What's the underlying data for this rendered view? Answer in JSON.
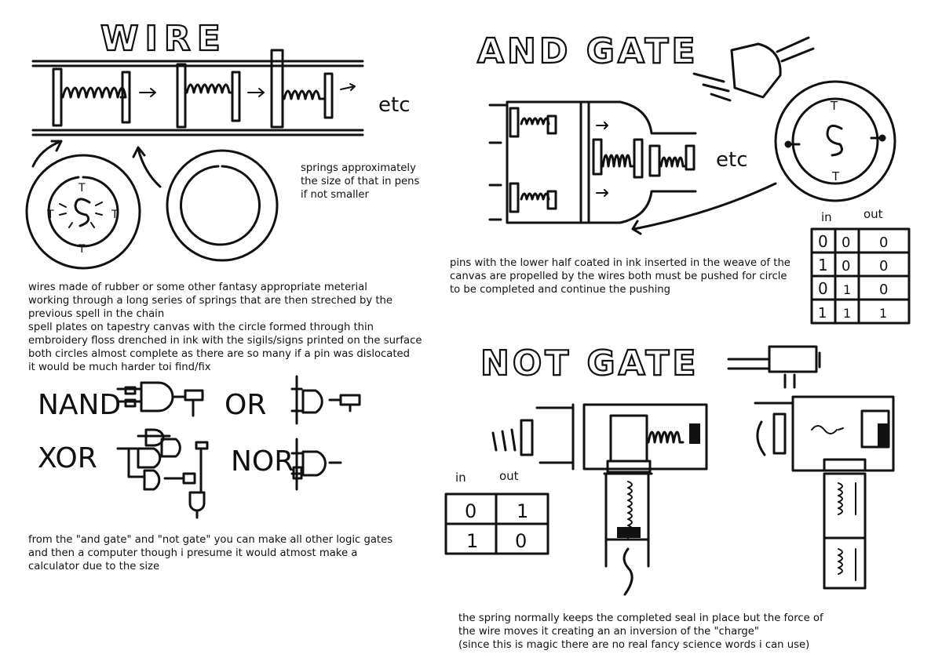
{
  "titles": {
    "wire": "WIRE",
    "and_gate": "AND GATE",
    "not_gate": "NOT GATE"
  },
  "labels": {
    "etc_wire": "etc",
    "etc_and": "etc",
    "t": "T",
    "in": "in",
    "out": "out",
    "nand": "NAND",
    "or": "OR",
    "xor": "XOR",
    "nor": "NOR"
  },
  "notes": {
    "springs": "springs approximately\nthe size of that in pens\nif not smaller",
    "wires": "wires made of rubber or some other fantasy appropriate meterial\nworking through a long series of springs that are then streched by the\nprevious spell in the chain\nspell plates on tapestry canvas with the circle formed through thin\nembroidery floss drenched in ink with the sigils/signs printed on the surface\nboth circles almost complete as there are so many if a pin was dislocated\nit would be much harder toi find/fix",
    "gates": "from the \"and gate\" and \"not gate\" you can make all other logic gates\nand then a computer though i presume it would atmost make a\ncalculator due to the size",
    "pins": "pins with the lower half coated in ink inserted in the weave of the\ncanvas are propelled by the wires both must be pushed for circle\nto be completed and continue the pushing",
    "spring": "the spring normally keeps the completed seal in place but the force of\nthe wire moves it creating an an inversion of the \"charge\"\n(since this is magic there are no real fancy science words i can use)"
  },
  "and_table": {
    "headers": [
      "in",
      "out"
    ],
    "rows": [
      [
        "0",
        "0",
        "0"
      ],
      [
        "1",
        "0",
        "0"
      ],
      [
        "0",
        "1",
        "0"
      ],
      [
        "1",
        "1",
        "1"
      ]
    ]
  },
  "not_table": {
    "headers": [
      "in",
      "out"
    ],
    "rows": [
      [
        "0",
        "1"
      ],
      [
        "1",
        "0"
      ]
    ]
  }
}
